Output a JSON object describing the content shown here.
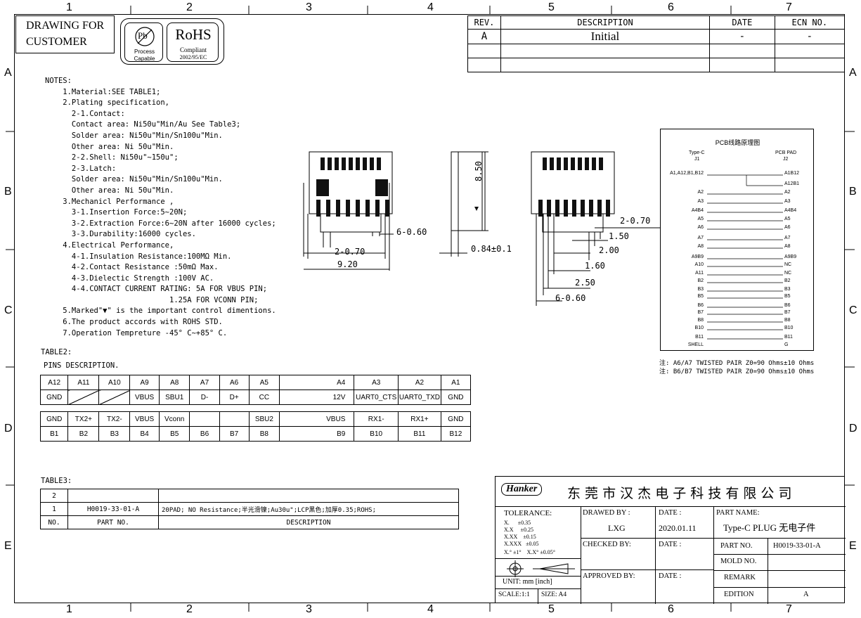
{
  "zones": {
    "cols": [
      "1",
      "2",
      "3",
      "4",
      "5",
      "6",
      "7"
    ],
    "rows": [
      "A",
      "B",
      "C",
      "D",
      "E"
    ]
  },
  "header": {
    "drawing_for": [
      "DRAWING FOR",
      "CUSTOMER"
    ],
    "pb_text": "Pb",
    "process": "Process",
    "capable": "Capable",
    "rohs": "RoHS",
    "compliant": "Compliant",
    "directive": "2002/95/EC"
  },
  "revision": {
    "headers": [
      "REV.",
      "DESCRIPTION",
      "DATE",
      "ECN NO."
    ],
    "rows": [
      [
        "A",
        "Initial",
        "-",
        "-"
      ],
      [
        "",
        "",
        "",
        ""
      ],
      [
        "",
        "",
        "",
        ""
      ]
    ]
  },
  "notes": [
    "NOTES:",
    "    1.Material:SEE TABLE1;",
    "    2.Plating specification,",
    "      2-1.Contact:",
    "      Contact area: Ni50u\"Min/Au See Table3;",
    "      Solder area: Ni50u\"Min/Sn100u\"Min.",
    "      Other area: Ni 50u\"Min.",
    "      2-2.Shell: Ni50u\"~150u\";",
    "      2-3.Latch:",
    "      Solder area: Ni50u\"Min/Sn100u\"Min.",
    "      Other area: Ni 50u\"Min.",
    "    3.Mechanicl Performance ,",
    "      3-1.Insertion Force:5~20N;",
    "      3-2.Extraction Force:6~20N after 16000 cycles;",
    "      3-3.Durability:16000 cycles.",
    "    4.Electrical Performance,",
    "      4-1.Insulation Resistance:100MΩ Min.",
    "      4-2.Contact Resistance :50mΩ Max.",
    "      4-3.Dielectic Strength :100V AC.",
    "      4-4.CONTACT CURRENT RATING: 5A FOR VBUS PIN;",
    "                            1.25A FOR VCONN PIN;",
    "    5.Marked\"▼\" is the important control dimentions.",
    "    6.The product accords with ROHS STD.",
    "    7.Operation Tempreture -45° C~+85° C."
  ],
  "dims": {
    "front_1": "2-0.70",
    "front_2": "9.20",
    "front_3": "6-0.60",
    "side_h": "8.50",
    "side_w": "0.84±0.1",
    "back_1": "2-0.70",
    "back_2": "1.50",
    "back_3": "2.00",
    "back_4": "1.60",
    "back_5": "2.50",
    "back_6": "6-0.60"
  },
  "pcb": {
    "title": "PCB线路原理图",
    "j1_type": "Type-C",
    "j1": "J1",
    "j2_type": "PCB PAD",
    "j2": "J2",
    "left": [
      "A1,A12,B1,B12",
      "A2",
      "A3",
      "A4B4",
      "A5",
      "A6",
      "A7",
      "A8",
      "A9B9",
      "A10",
      "A11",
      "B2",
      "B3",
      "B5",
      "B6",
      "B7",
      "B8",
      "B10",
      "B11",
      "SHELL"
    ],
    "right": [
      "A1B12",
      "A12B1",
      "A2",
      "A3",
      "A4B4",
      "A5",
      "A6",
      "A7",
      "A8",
      "A9B9",
      "NC",
      "NC",
      "B2",
      "B3",
      "B5",
      "B6",
      "B7",
      "B8",
      "B10",
      "B11",
      "G"
    ],
    "note1": "注:  A6/A7 TWISTED PAIR Z0=90 Ohms±10 Ohms",
    "note2": "注:  B6/B7 TWISTED PAIR Z0=90 Ohms±10 Ohms"
  },
  "table2": {
    "title": "TABLE2:",
    "subtitle": "PINS DESCRIPTION.",
    "row1": [
      "A12",
      "A11",
      "A10",
      "A9",
      "A8",
      "A7",
      "A6",
      "A5",
      "A4",
      "A3",
      "A2",
      "A1"
    ],
    "row2": [
      "GND",
      "",
      "",
      "VBUS",
      "SBU1",
      "D-",
      "D+",
      "CC",
      "12V",
      "UART0_CTS",
      "UART0_TXD",
      "GND"
    ],
    "row3": [
      "GND",
      "TX2+",
      "TX2-",
      "VBUS",
      "Vconn",
      "",
      "",
      "SBU2",
      "VBUS",
      "RX1-",
      "RX1+",
      "GND"
    ],
    "row4": [
      "B1",
      "B2",
      "B3",
      "B4",
      "B5",
      "B6",
      "B7",
      "B8",
      "B9",
      "B10",
      "B11",
      "B12"
    ]
  },
  "table3": {
    "title": "TABLE3:",
    "rows": [
      [
        "2",
        "",
        ""
      ],
      [
        "1",
        "H0019-33-01-A",
        "20PAD; NO Resistance;半光滑镍;Au30u\";LCP黑色;加厚0.35;ROHS;"
      ]
    ],
    "headers": [
      "NO.",
      "PART NO.",
      "DESCRIPTION"
    ]
  },
  "titleblock": {
    "logo": "Hanker",
    "company": "东 莞 市 汉 杰 电 子 科 技 有 限 公 司",
    "tolerance": "TOLERANCE:",
    "tol_lines": [
      "X.      ±0.35",
      "X.X     ±0.25",
      "X.XX    ±0.15",
      "X.XXX   ±0.05"
    ],
    "tol_angle": "X.° ±1°    X.X° ±0.05°",
    "unit": "UNIT: mm [inch]",
    "scale": "SCALE:1:1",
    "size": "SIZE: A4",
    "drawn_by": "DRAWED BY :",
    "drawn_name": "LXG",
    "date_label": "DATE :",
    "date_value": "2020.01.11",
    "checked_by": "CHECKED BY:",
    "approved_by": "APPROVED BY:",
    "part_name_label": "PART NAME:",
    "part_name": "Type-C PLUG 无电子件",
    "part_no_label": "PART NO.",
    "part_no": "H0019-33-01-A",
    "mold_no": "MOLD NO.",
    "remark": "REMARK",
    "edition": "EDITION",
    "edition_value": "A"
  }
}
